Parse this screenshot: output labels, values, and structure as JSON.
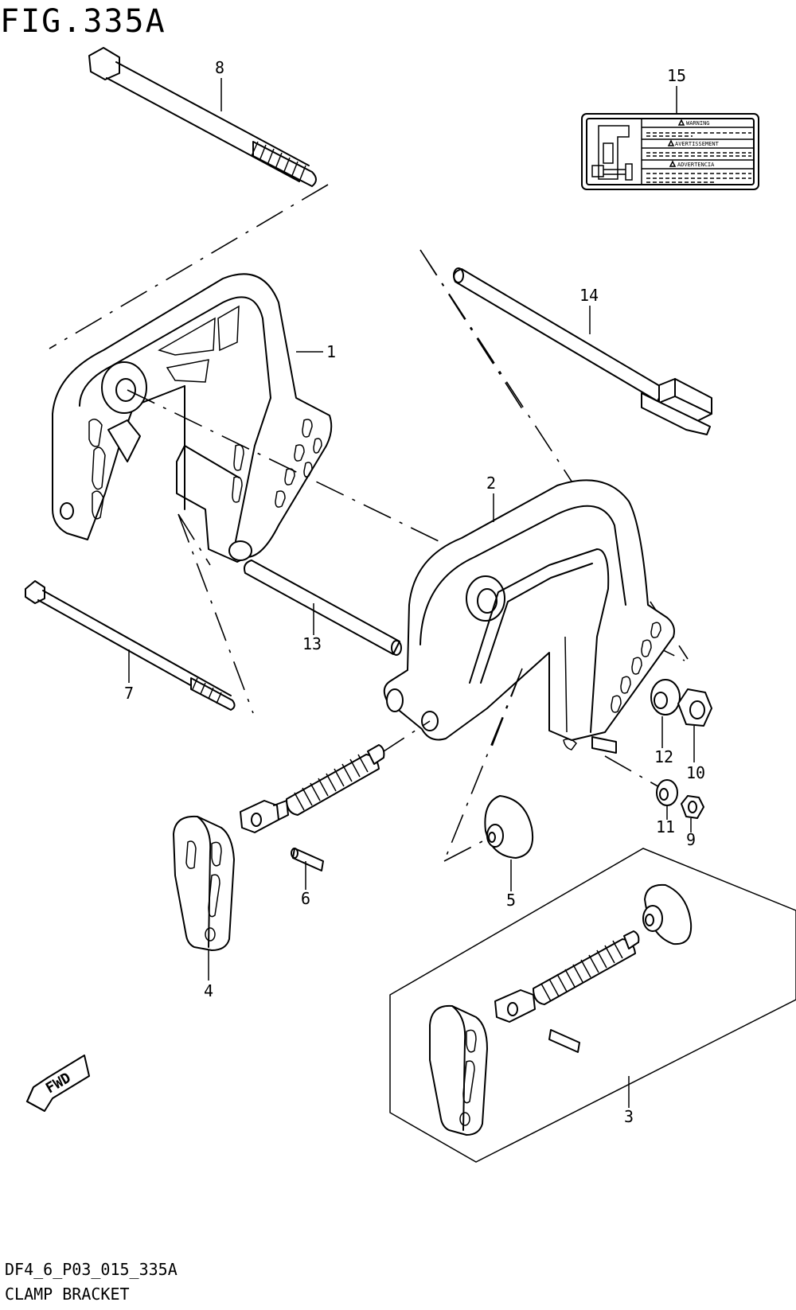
{
  "figure": {
    "title": "FIG.335A",
    "code": "DF4_6_P03_015_335A",
    "name": "CLAMP BRACKET"
  },
  "callouts": {
    "c1": "1",
    "c2": "2",
    "c3": "3",
    "c4": "4",
    "c5": "5",
    "c6": "6",
    "c7": "7",
    "c8": "8",
    "c9": "9",
    "c10": "10",
    "c11": "11",
    "c12": "12",
    "c13": "13",
    "c14": "14",
    "c15": "15"
  },
  "label_card": {
    "warning": "WARNING",
    "avertissement": "AVERTISSEMENT",
    "advertencia": "ADVERTENCIA"
  },
  "fwd_badge": "FWD",
  "icons": [
    "warning-triangle-icon",
    "fwd-arrow-icon"
  ]
}
